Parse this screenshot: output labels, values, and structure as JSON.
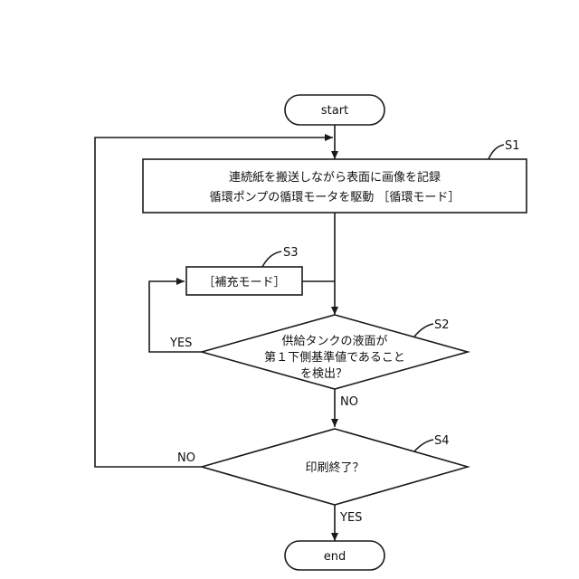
{
  "start": "start",
  "end": "end",
  "steps": {
    "s1": {
      "tag": "S1",
      "lines": [
        "連続紙を搬送しながら表面に画像を記録",
        "循環ポンプの循環モータを駆動 ［循環モード］"
      ]
    },
    "s2": {
      "tag": "S2",
      "lines": [
        "供給タンクの液面が",
        "第１下側基準値であること",
        "を検出？"
      ]
    },
    "s3": {
      "tag": "S3",
      "label": "［補充モード］"
    },
    "s4": {
      "tag": "S4",
      "label": "印刷終了？"
    }
  },
  "branches": {
    "s2_yes": "YES",
    "s2_no": "NO",
    "s4_no": "NO",
    "s4_yes": "YES"
  }
}
